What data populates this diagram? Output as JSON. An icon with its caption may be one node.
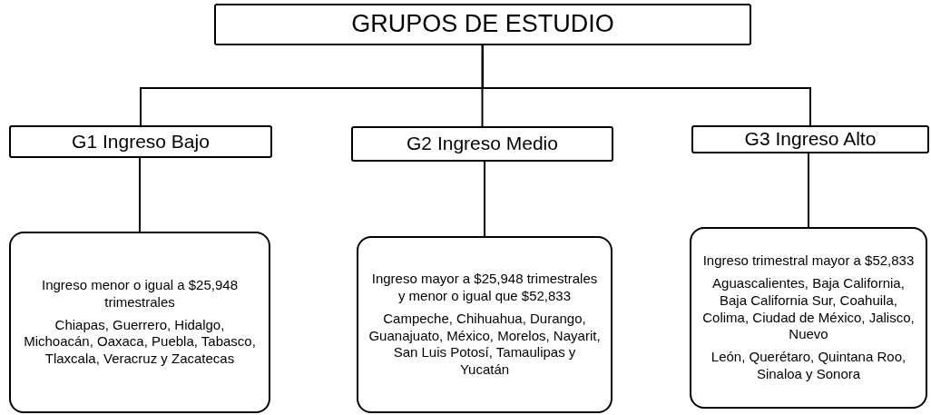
{
  "diagram": {
    "nodes": [
      {
        "text": [
          "GRUPOS DE ESTUDIO"
        ]
      },
      {
        "text": [
          "G1 Ingreso Bajo"
        ]
      },
      {
        "text": [
          "G2 Ingreso Medio"
        ]
      },
      {
        "text": [
          "G3 Ingreso Alto"
        ]
      },
      {
        "text": [
          "Ingreso menor o igual a $25,948 trimestrales",
          "Chiapas, Guerrero, Hidalgo, Michoacán, Oaxaca, Puebla, Tabasco, Tlaxcala, Veracruz y Zacatecas"
        ]
      },
      {
        "text": [
          "Ingreso mayor a $25,948 trimestrales y menor o igual que $52,833",
          "Campeche, Chihuahua, Durango, Guanajuato, México, Morelos, Nayarit, San Luis Potosí, Tamaulipas y Yucatán"
        ]
      },
      {
        "text": [
          "Ingreso trimestral mayor a $52,833",
          "Aguascalientes, Baja California, Baja California Sur, Coahuila, Colima, Ciudad de México, Jalisco, Nuevo",
          "León, Querétaro, Quintana Roo, Sinaloa  y Sonora"
        ]
      }
    ],
    "edges": [
      {
        "from": 0,
        "to": 1,
        "arrow": "none"
      },
      {
        "from": 0,
        "to": 2,
        "arrow": "none"
      },
      {
        "from": 0,
        "to": 3,
        "arrow": "none"
      },
      {
        "from": 1,
        "to": 4,
        "arrow": "none"
      },
      {
        "from": 2,
        "to": 5,
        "arrow": "none"
      },
      {
        "from": 3,
        "to": 6,
        "arrow": "none"
      }
    ]
  }
}
